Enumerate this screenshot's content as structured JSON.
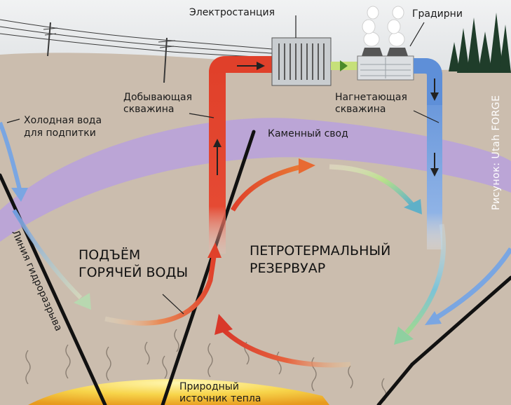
{
  "labels": {
    "power_station": "Электростанция",
    "cooling_towers": "Градирни",
    "production_well": [
      "Добывающая",
      "скважина"
    ],
    "injection_well": [
      "Нагнетающая",
      "скважина"
    ],
    "cold_water": [
      "Холодная вода",
      "для подпитки"
    ],
    "rock_dome": "Каменный свод",
    "hot_water_rise": [
      "ПОДЪЁМ",
      "ГОРЯЧЕЙ ВОДЫ"
    ],
    "reservoir": [
      "ПЕТРОТЕРМАЛЬНЫЙ",
      "РЕЗЕРВУАР"
    ],
    "fault_line": "Линия гидроразрыва",
    "heat_source": [
      "Природный",
      "источник тепла"
    ],
    "credit": "Рисунок: Utah FORGE"
  },
  "colors": {
    "sky": "#e6e8ea",
    "ground": "#cbbdae",
    "rock_dome": "#b79fd6",
    "hot_pipe": "#e0402a",
    "cold_pipe": "#5e8fd8",
    "heat_core": "#f4c430"
  }
}
